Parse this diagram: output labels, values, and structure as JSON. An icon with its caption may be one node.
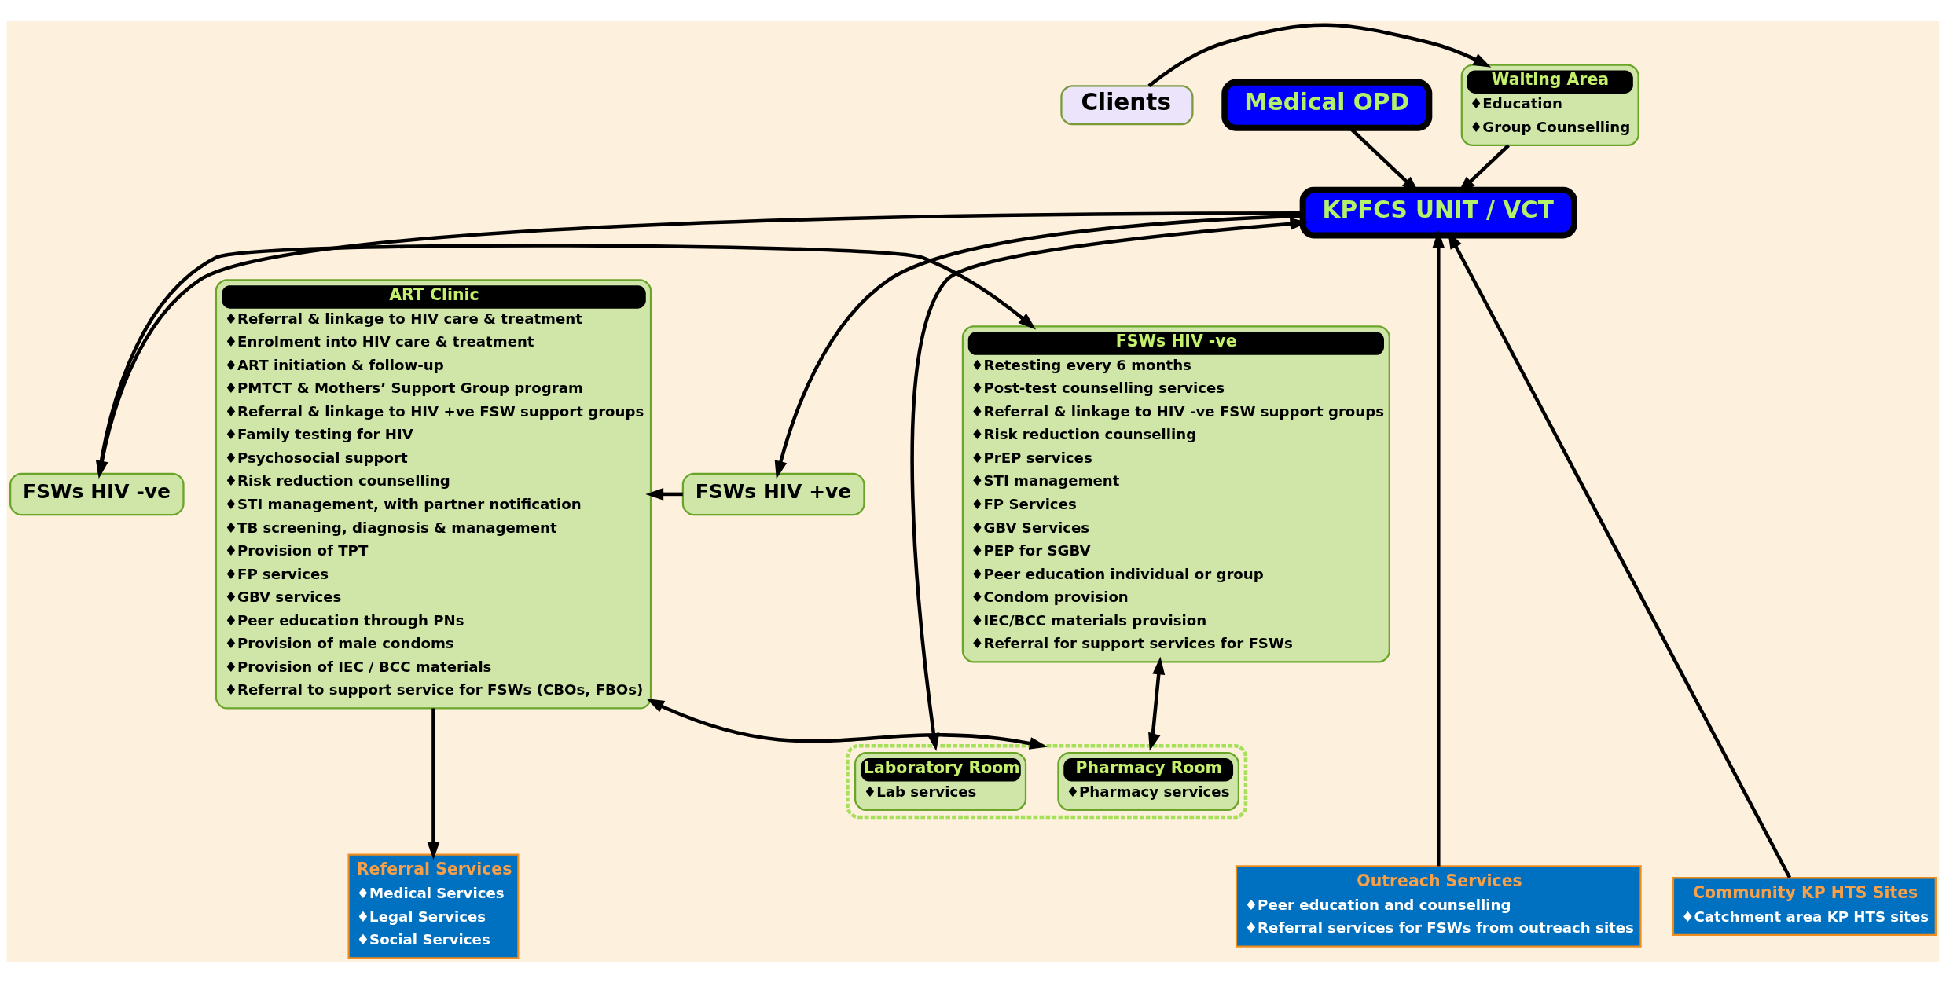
{
  "diagram": {
    "nodes": [
      {
        "text": [
          "Clients"
        ]
      },
      {
        "text": [
          "Waiting Area",
          "♦Education",
          "♦Group Counselling"
        ]
      },
      {
        "text": [
          "Medical OPD"
        ]
      },
      {
        "text": [
          "KPFCS UNIT / VCT"
        ]
      },
      {
        "text": [
          "FSWs HIV -ve",
          "♦Retesting every 6 months",
          "♦Post-test counselling services",
          "♦Referral & linkage to HIV -ve FSW support groups",
          "♦Risk reduction counselling",
          "♦PrEP services",
          "♦STI management",
          "♦FP Services",
          "♦GBV Services",
          "♦PEP for SGBV",
          "♦Peer education individual or group",
          "♦Condom provision",
          "♦IEC/BCC materials provision",
          "♦Referral for support services for FSWs"
        ]
      },
      {
        "text": [
          "FSWs HIV -ve"
        ]
      },
      {
        "text": [
          "FSWs HIV +ve"
        ]
      },
      {
        "text": [
          "ART Clinic",
          "♦Referral & linkage to HIV care & treatment",
          "♦Enrolment into HIV care & treatment",
          "♦ART initiation & follow-up",
          "♦PMTCT & Mothers’ Support Group program",
          "♦Referral & linkage to HIV +ve FSW support groups",
          "♦Family testing for HIV",
          "♦Psychosocial support",
          "♦Risk reduction counselling",
          "♦STI management, with partner notification",
          "♦TB screening, diagnosis & management",
          "♦Provision of TPT",
          "♦FP services",
          "♦GBV services",
          "♦Peer education through PNs",
          "♦Provision of male condoms",
          "♦Provision of IEC / BCC materials",
          "♦Referral to support service for FSWs (CBOs, FBOs)"
        ]
      },
      {
        "text": [],
        "shape": "box"
      },
      {
        "text": [
          "Laboratory Room",
          "♦Lab services"
        ],
        "in": 8
      },
      {
        "text": [
          "Pharmacy Room",
          "♦Pharmacy services"
        ],
        "in": 8
      },
      {
        "text": [
          "Outreach Services",
          "♦Peer education and counselling",
          "♦Referral services for FSWs from outreach sites"
        ]
      },
      {
        "text": [
          "Community KP HTS Sites",
          "♦Catchment area KP HTS sites"
        ]
      },
      {
        "text": [
          "Referral Services",
          "♦Medical Services",
          "♦Legal Services",
          "♦Social Services"
        ]
      }
    ],
    "edges": [
      {
        "from": 0,
        "to": 1,
        "arrow": "to"
      },
      {
        "from": 1,
        "to": 3,
        "arrow": "to"
      },
      {
        "from": 2,
        "to": 3,
        "arrow": "to"
      },
      {
        "from": 3,
        "to": 5,
        "arrow": "to"
      },
      {
        "from": 3,
        "to": 6,
        "arrow": "to"
      },
      {
        "from": 5,
        "to": 4,
        "arrow": "to"
      },
      {
        "from": 6,
        "to": 7,
        "arrow": "to"
      },
      {
        "from": 3,
        "to": 8,
        "arrow": "both"
      },
      {
        "from": 4,
        "to": 8,
        "arrow": "both"
      },
      {
        "from": 8,
        "to": 7,
        "arrow": "both"
      },
      {
        "from": 11,
        "to": 3,
        "arrow": "to"
      },
      {
        "from": 12,
        "to": 3,
        "arrow": "to"
      },
      {
        "from": 7,
        "to": 13,
        "arrow": "to"
      }
    ]
  }
}
